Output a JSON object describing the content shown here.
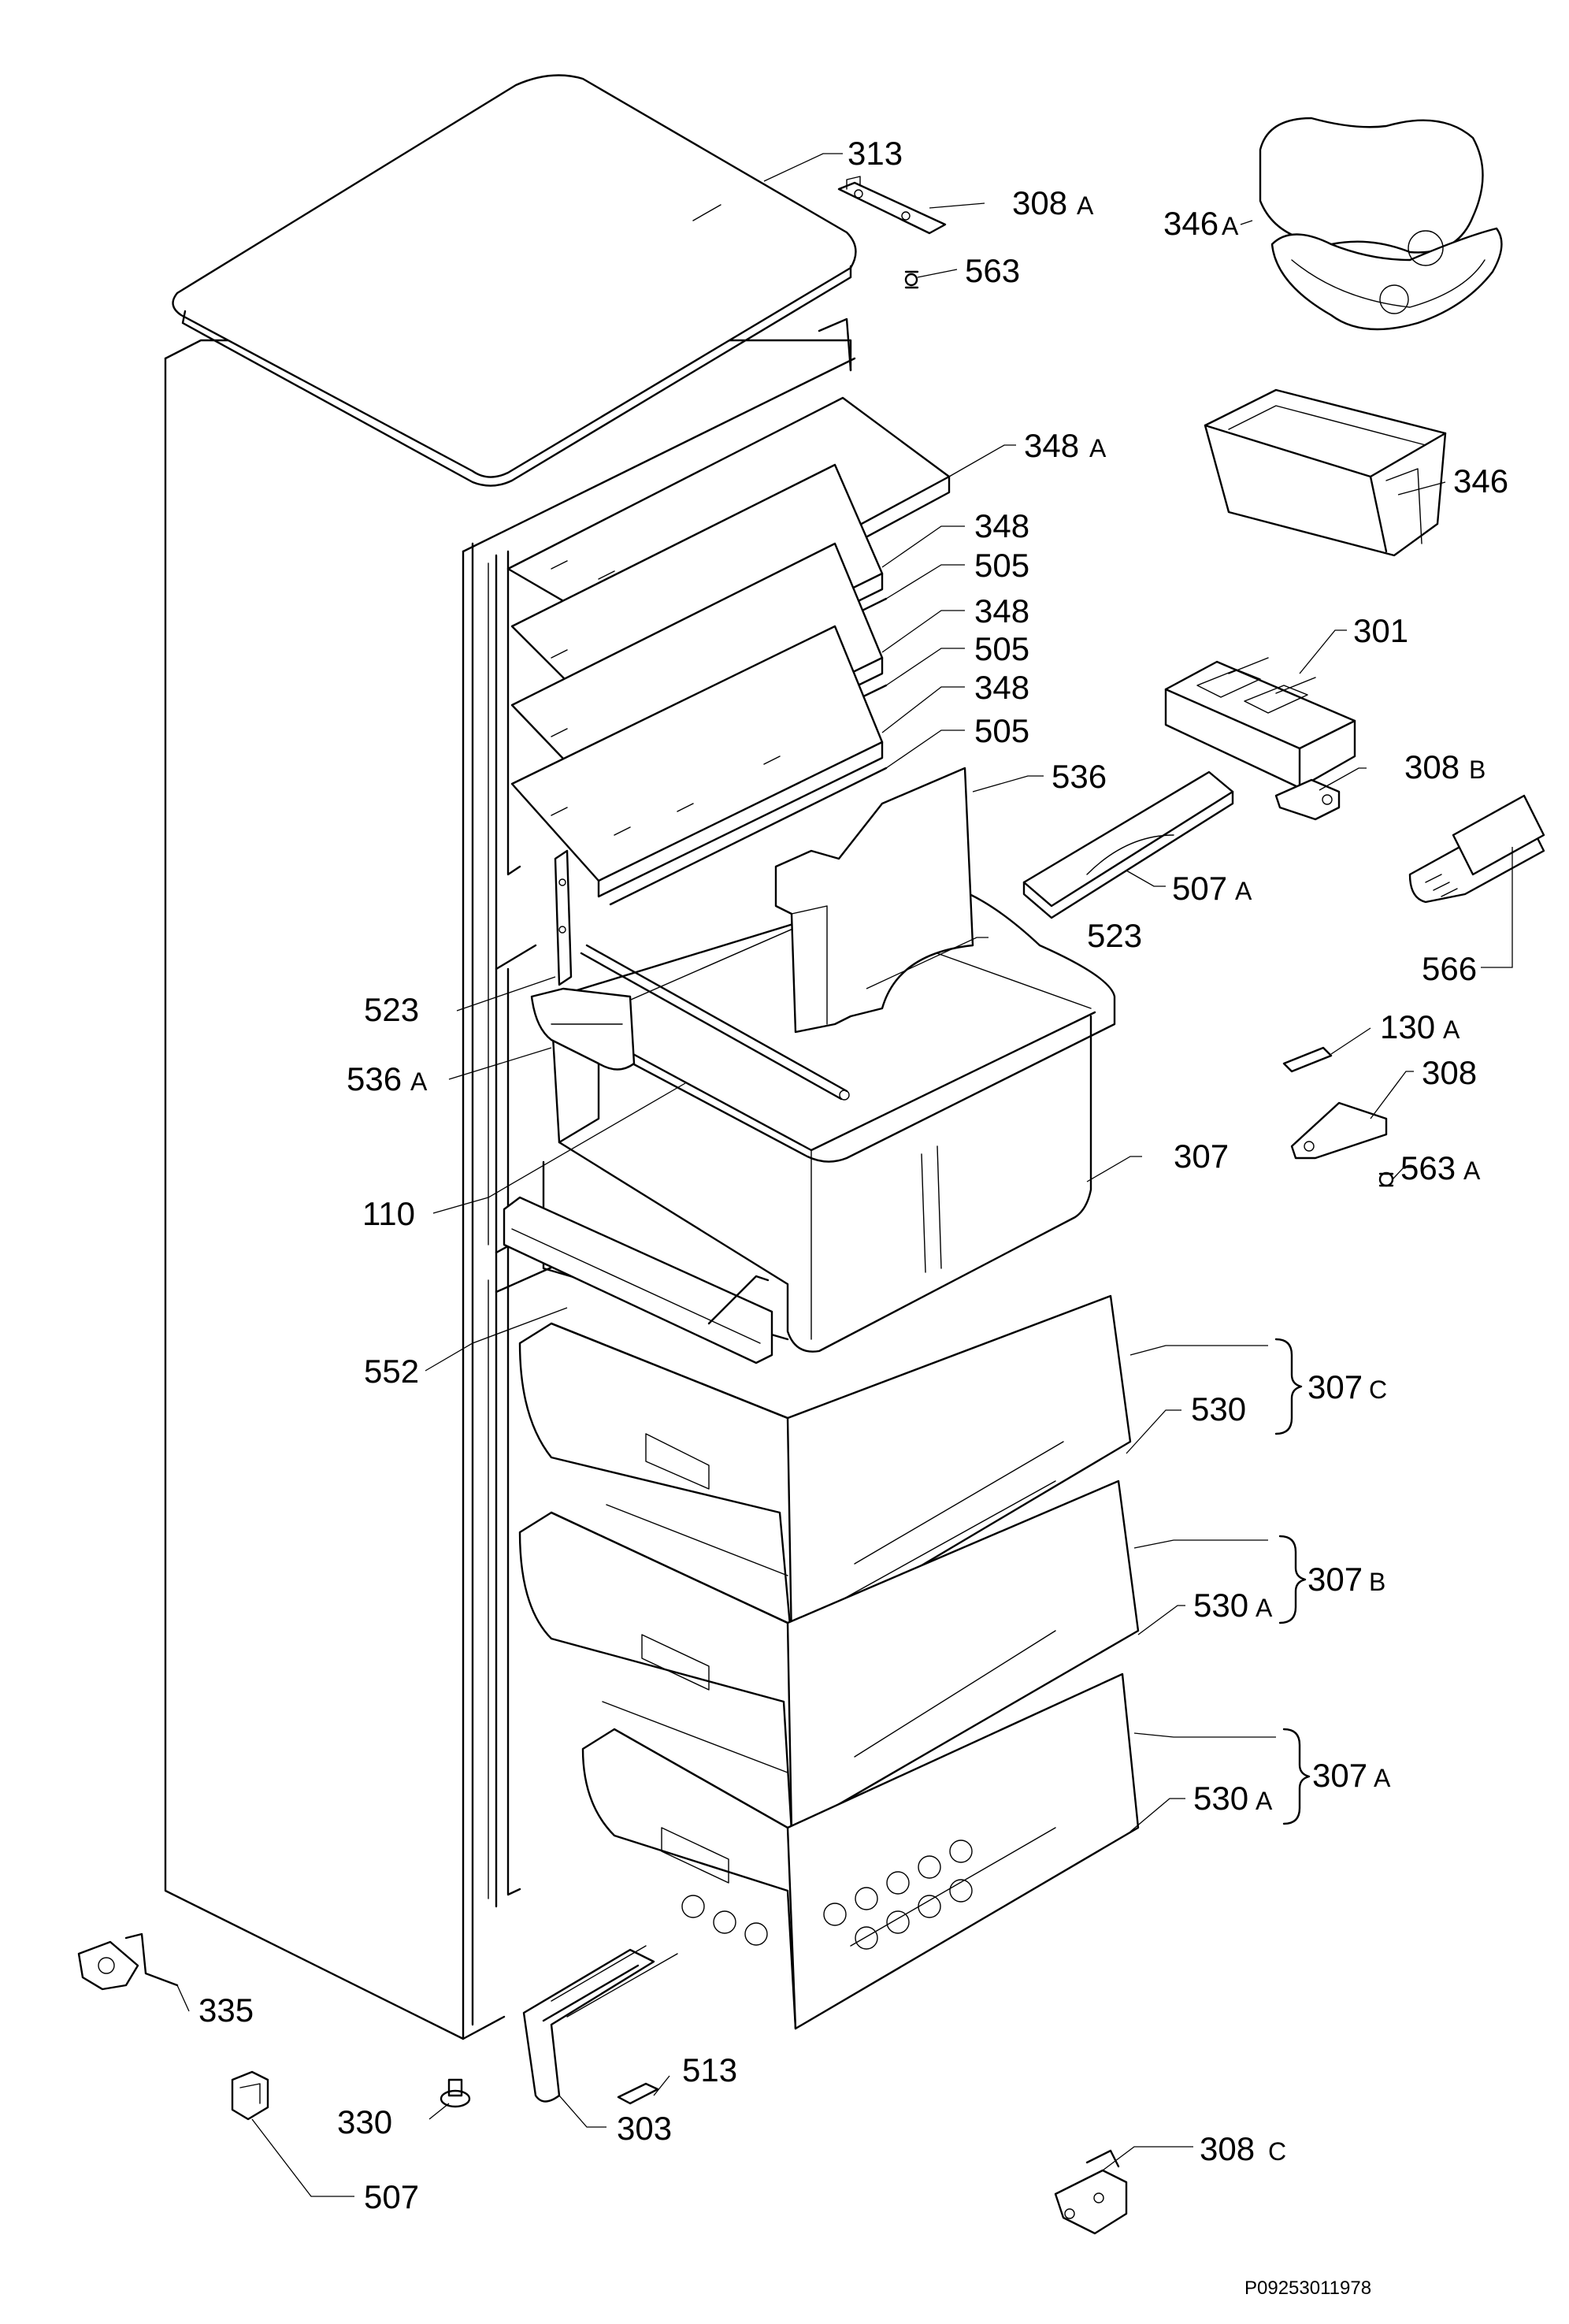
{
  "labels": {
    "l313": "313",
    "l308A": "308",
    "l308A_s": "A",
    "l563": "563",
    "l346A": "346",
    "l346A_s": "A",
    "l346": "346",
    "l348A": "348",
    "l348A_s": "A",
    "l348a": "348",
    "l505a": "505",
    "l348b": "348",
    "l505b": "505",
    "l348c": "348",
    "l505c": "505",
    "l301": "301",
    "l308B": "308",
    "l308B_s": "B",
    "l536": "536",
    "l507A": "507",
    "l507A_s": "A",
    "l566": "566",
    "l523a": "523",
    "l523b": "523",
    "l536A": "536",
    "l536A_s": "A",
    "l130A": "130",
    "l130A_s": "A",
    "l308": "308",
    "l307": "307",
    "l563A": "563",
    "l563A_s": "A",
    "l110": "110",
    "l552": "552",
    "l307C": "307",
    "l307C_s": "C",
    "l530": "530",
    "l307B": "307",
    "l307B_s": "B",
    "l530Aa": "530",
    "l530Aa_s": "A",
    "l307A": "307",
    "l307A_s": "A",
    "l530Ab": "530",
    "l530Ab_s": "A",
    "l335": "335",
    "l513": "513",
    "l330": "330",
    "l303": "303",
    "l308C": "308",
    "l308C_s": "C",
    "l507": "507"
  },
  "drawing_code": "P09253011978"
}
